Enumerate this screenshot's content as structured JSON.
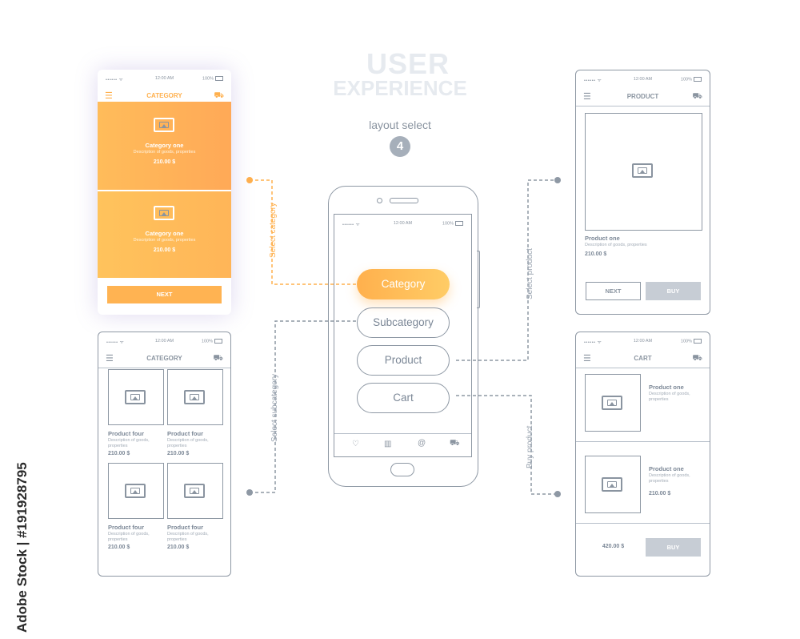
{
  "header": {
    "title_line1": "USER",
    "title_line2": "EXPERIENCE",
    "subtitle": "layout select",
    "step_number": "4"
  },
  "status_bar": {
    "signal": "•••••• ᯤ",
    "time": "12:00 AM",
    "battery": "100%"
  },
  "icons": {
    "menu": "menu-icon",
    "cart": "cart-icon",
    "image": "image-placeholder-icon",
    "heart": "heart-icon",
    "chart": "chart-icon",
    "at": "at-icon"
  },
  "colors": {
    "accent_orange": "#ffb04d",
    "wire_gray": "#8e98a4",
    "button_gray": "#c7cdd5"
  },
  "center_phone": {
    "menu_items": [
      "Category",
      "Subcategory",
      "Product",
      "Cart"
    ],
    "active_item": "Category"
  },
  "connectors": {
    "select_category": "Select category",
    "select_subcategory": "Select subcategory",
    "select_product": "Select product",
    "buy_product": "Buy product"
  },
  "category_screen": {
    "title": "CATEGORY",
    "cards": [
      {
        "name": "Category one",
        "description": "Description of goods, properties",
        "price": "210.00 $"
      },
      {
        "name": "Category one",
        "description": "Description of goods, properties",
        "price": "210.00 $"
      }
    ],
    "next_label": "NEXT"
  },
  "subcategory_screen": {
    "title": "CATEGORY",
    "items": [
      {
        "name": "Product four",
        "description": "Description of goods, properties",
        "price": "210.00 $"
      },
      {
        "name": "Product four",
        "description": "Description of goods, properties",
        "price": "210.00 $"
      },
      {
        "name": "Product four",
        "description": "Description of goods, properties",
        "price": "210.00 $"
      },
      {
        "name": "Product four",
        "description": "Description of goods, properties",
        "price": "210.00 $"
      }
    ]
  },
  "product_screen": {
    "title": "PRODUCT",
    "name": "Product one",
    "description": "Description of goods, properties",
    "price": "210.00 $",
    "next_label": "NEXT",
    "buy_label": "BUY"
  },
  "cart_screen": {
    "title": "CART",
    "items": [
      {
        "name": "Product one",
        "description": "Description of goods, properties",
        "price": ""
      },
      {
        "name": "Product one",
        "description": "Description of goods, properties",
        "price": "210.00 $"
      }
    ],
    "total": "420.00 $",
    "buy_label": "BUY"
  },
  "watermark": "Adobe Stock | #191928795"
}
